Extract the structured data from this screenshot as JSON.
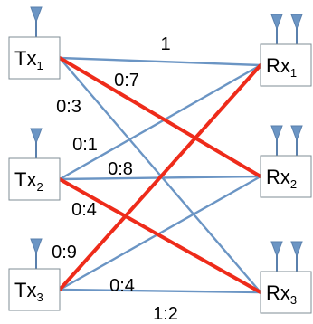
{
  "colors": {
    "link_normal": "#6b95c4",
    "link_highlight": "#ee2b1a",
    "node_border": "#7f8c95",
    "antenna": "#6b95c4"
  },
  "transmitters": [
    {
      "id": "tx1",
      "main": "Tx",
      "sub": "1",
      "antennas": 1
    },
    {
      "id": "tx2",
      "main": "Tx",
      "sub": "2",
      "antennas": 1
    },
    {
      "id": "tx3",
      "main": "Tx",
      "sub": "3",
      "antennas": 1
    }
  ],
  "receivers": [
    {
      "id": "rx1",
      "main": "Rx",
      "sub": "1",
      "antennas": 2
    },
    {
      "id": "rx2",
      "main": "Rx",
      "sub": "2",
      "antennas": 2
    },
    {
      "id": "rx3",
      "main": "Rx",
      "sub": "3",
      "antennas": 2
    }
  ],
  "links": [
    {
      "from": "tx1",
      "to": "rx1",
      "highlight": false
    },
    {
      "from": "tx1",
      "to": "rx2",
      "highlight": true
    },
    {
      "from": "tx1",
      "to": "rx3",
      "highlight": false
    },
    {
      "from": "tx2",
      "to": "rx1",
      "highlight": false
    },
    {
      "from": "tx2",
      "to": "rx2",
      "highlight": false
    },
    {
      "from": "tx2",
      "to": "rx3",
      "highlight": true
    },
    {
      "from": "tx3",
      "to": "rx1",
      "highlight": true
    },
    {
      "from": "tx3",
      "to": "rx2",
      "highlight": false
    },
    {
      "from": "tx3",
      "to": "rx3",
      "highlight": false
    }
  ],
  "edge_labels": [
    "1",
    "0:7",
    "0:3",
    "0:1",
    "0:8",
    "0:4",
    "0:9",
    "0:4",
    "1:2"
  ]
}
